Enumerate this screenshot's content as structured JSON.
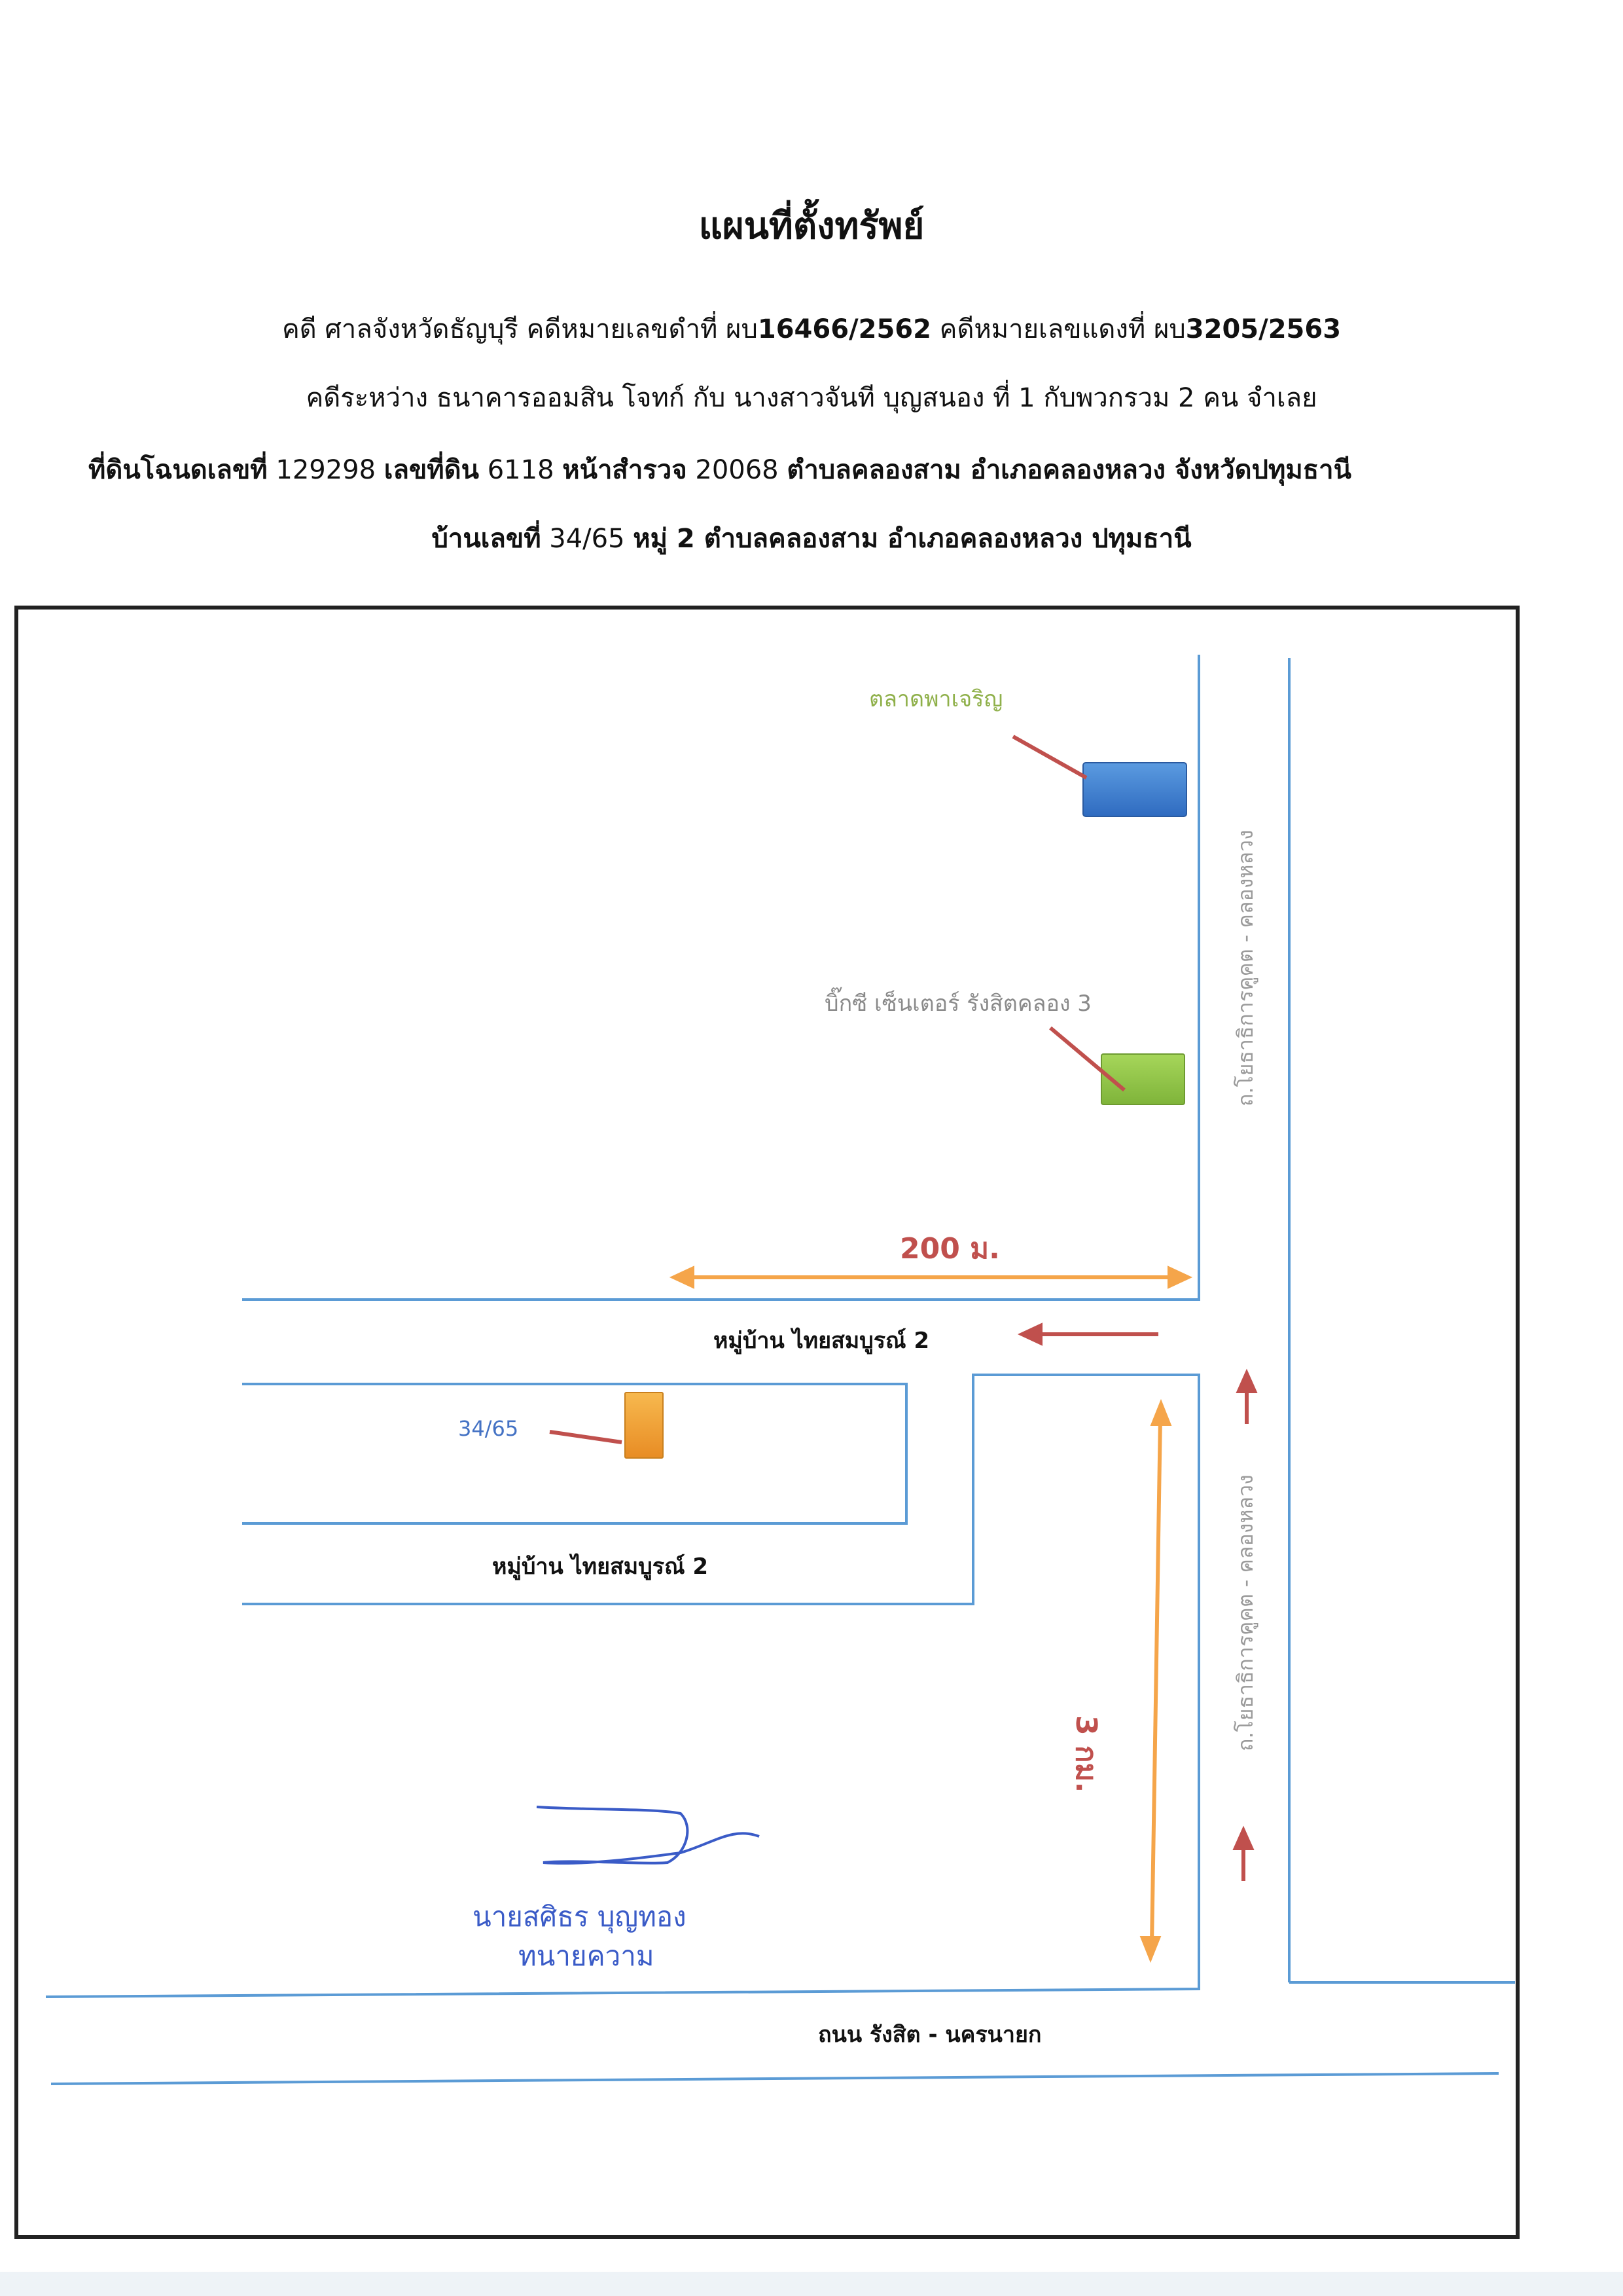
{
  "header": {
    "title": "แผนที่ตั้งทรัพย์",
    "case_prefix": "คดี ศาลจังหวัดธัญบุรี  คดีหมายเลขดำที่ ผบ",
    "black_case_no": "16466/2562",
    "red_case_prefix": "  คดีหมายเลขแดงที่ ผบ",
    "red_case_no": "3205/2563",
    "parties": "คดีระหว่าง  ธนาคารออมสิน  โจทก์  กับ  นางสาวจันที  บุญสนอง ที่ 1 กับพวกรวม 2 คน จำเลย",
    "deed_label": "ที่ดินโฉนดเลขที่",
    "deed_no": " 129298 ",
    "land_no_label": "เลขที่ดิน",
    "land_no": " 6118 ",
    "survey_label": "หน้าสำรวจ",
    "survey_no": " 20068  ",
    "location": "ตำบลคลองสาม อำเภอคลองหลวง จังหวัดปทุมธานี",
    "address_label": "บ้านเลขที่",
    "address_no": " 34/65 ",
    "address_moo": "หมู่ 2  ",
    "address_rest": "ตำบลคลองสาม อำเภอคลองหลวง ปทุมธานี"
  },
  "map": {
    "market_label": "ตลาดพาเจริญ",
    "bigc_label": "บิ๊กซี เซ็นเตอร์ รังสิตคลอง 3",
    "distance_200": "200 ม.",
    "distance_3km": "3 กม.",
    "village_upper": "หมู่บ้าน ไทยสมบูรณ์ 2",
    "village_lower": "หมู่บ้าน ไทยสมบูรณ์ 2",
    "house_no": "34/65",
    "road_right_upper": "ถ.โยธาธิการคูคต - คลองหลวง",
    "road_right_lower": "ถ.โยธาธิการคูคต - คลองหลวง",
    "road_bottom": "ถนน รังสิต - นครนายก",
    "signer_name": "นายสศิธร  บุญทอง",
    "signer_role": "ทนายความ"
  },
  "colors": {
    "road_line": "#5b9bd5",
    "market_green": "#8fb04a",
    "market_box": "#3a78c9",
    "bigc_box": "#8ec63f",
    "house_box": "#f0a030",
    "arrow_red": "#c0504d",
    "distance_orange": "#f5a54a",
    "distance_text": "#c0504d",
    "signature_blue": "#3a5bc7",
    "house_label_blue": "#4472c4"
  }
}
